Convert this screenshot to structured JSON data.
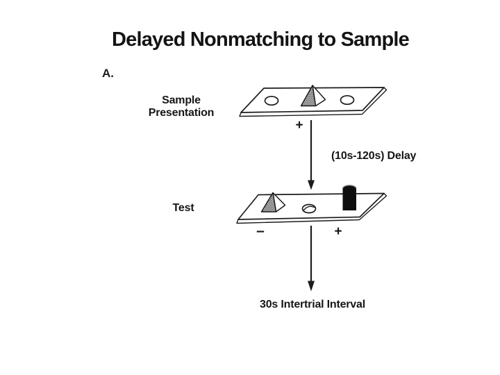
{
  "slide": {
    "title": "Delayed Nonmatching to Sample"
  },
  "figure": {
    "panel_label": "A.",
    "stage1": {
      "label_line1": "Sample",
      "label_line2": "Presentation",
      "reward_sign": "+"
    },
    "delay": {
      "label": "(10s-120s) Delay"
    },
    "stage2": {
      "label": "Test",
      "nonreward_sign": "–",
      "reward_sign": "+"
    },
    "iti": {
      "label": "30s Intertrial Interval"
    },
    "colors": {
      "ink": "#1c1c1c",
      "stipple_fill": "#b8b8b8",
      "stipple_dot": "#3c3c3c",
      "cylinder": "#0e0e0e",
      "cylinder_rim": "#9a9a9a"
    }
  }
}
